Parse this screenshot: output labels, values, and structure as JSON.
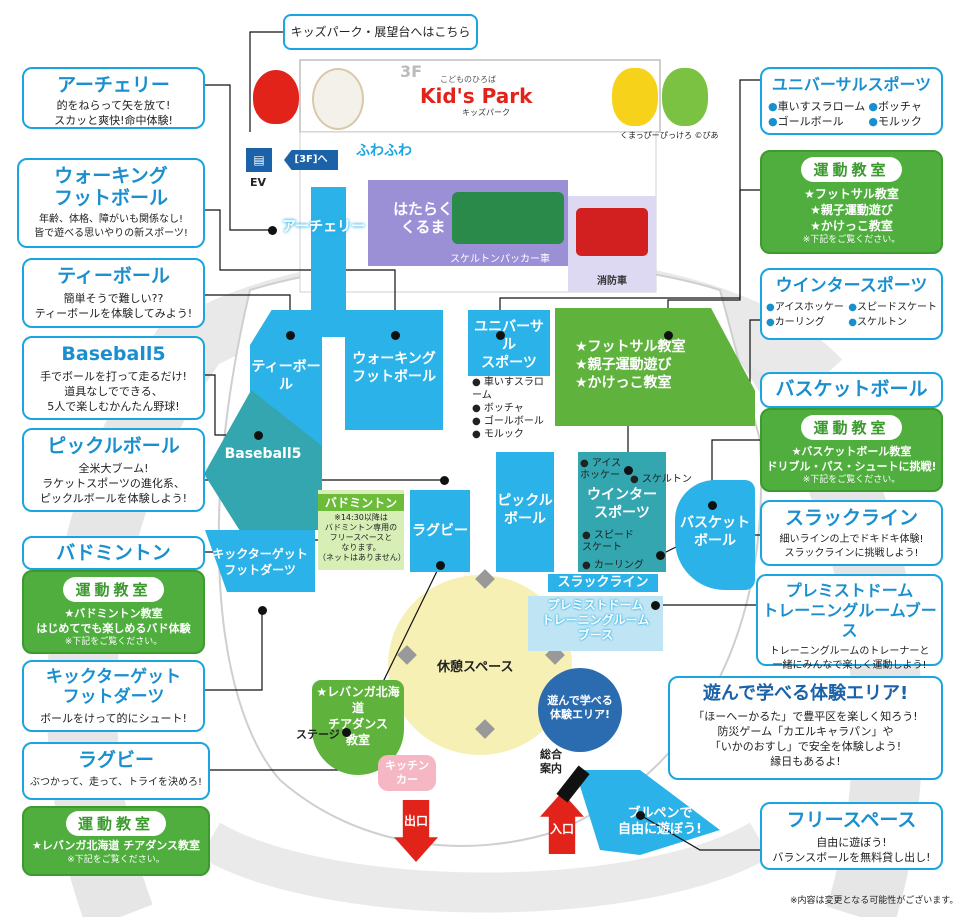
{
  "floor": "3F",
  "kids_park": {
    "subtitle": "こどものひろば",
    "logo": "Kid's Park",
    "name": "キッズパーク"
  },
  "mascots": {
    "left": "くまっぴー",
    "right": "ぴっけろ ©ぴあ"
  },
  "elevator": {
    "label": "EV",
    "arrow_label": "[3F]へ"
  },
  "fuwafuwa": "ふわふわ",
  "top_card": "キッズパーク・展望台へはこちら",
  "hataraku": "はたらく\nくるま",
  "truck_label": "スケルトンパッカー車",
  "firetruck_label": "消防車",
  "zones": {
    "archery": "アーチェリー",
    "teeball": "ティーボール",
    "walking": "ウォーキング\nフットボール",
    "universal": "ユニバーサル\nスポーツ",
    "universal_items": [
      "車いすスラローム",
      "ボッチャ",
      "ゴールボール",
      "モルック"
    ],
    "green_class": "★フットサル教室\n★親子運動遊び\n★かけっこ教室",
    "baseball5": "Baseball5",
    "pickle": "ピックル\nボール",
    "winter": "ウインター\nスポーツ",
    "winter_items": [
      "アイス\nホッケー",
      "スケルトン",
      "スピード\nスケート",
      "カーリング"
    ],
    "basket": "バスケット\nボール",
    "badminton": "バドミントン",
    "badminton_note": "※14:30以降は\nバドミントン専用の\nフリースペースと\nなります。\n（ネットはありません）",
    "rugby": "ラグビー",
    "kicktarget": "キックターゲット\nフットダーツ",
    "slackline": "スラックライン",
    "premist": "プレミストドーム\nトレーニングルーム\nブース",
    "rest": "休憩スペース",
    "levanga": "★レバンガ北海道\nチアダンス\n教室",
    "stage": "ステージ",
    "kitchen": "キッチン\nカー",
    "exit": "出口",
    "enter": "入口",
    "info": "総合\n案内",
    "play_area": "遊んで学べる\n体験エリア!",
    "bullpen": "ブルペンで\n自由に遊ぼう!"
  },
  "left_cards": {
    "archery": {
      "title": "アーチェリー",
      "body": "的をねらって矢を放て!\nスカッと爽快!命中体験!"
    },
    "walking": {
      "title": "ウォーキング\nフットボール",
      "body": "年齢、体格、障がいも関係なし!\n皆で遊べる思いやりの新スポーツ!"
    },
    "teeball": {
      "title": "ティーボール",
      "body": "簡単そうで難しい??\nティーボールを体験してみよう!"
    },
    "baseball5": {
      "title": "Baseball5",
      "body": "手でボールを打って走るだけ!\n道具なしでできる、\n5人で楽しむかんたん野球!"
    },
    "pickle": {
      "title": "ピックルボール",
      "body": "全米大ブーム!\nラケットスポーツの進化系、\nピックルボールを体験しよう!"
    },
    "badminton": {
      "title": "バドミントン"
    },
    "badminton_class": {
      "badge": "運動教室",
      "body": "★バドミントン教室\nはじめてでも楽しめるバド体験",
      "note": "※下記をご覧ください。"
    },
    "kicktarget": {
      "title": "キックターゲット\nフットダーツ",
      "body": "ボールをけって的にシュート!"
    },
    "rugby": {
      "title": "ラグビー",
      "body": "ぶつかって、走って、トライを決めろ!"
    },
    "levanga_class": {
      "badge": "運動教室",
      "body": "★レバンガ北海道 チアダンス教室",
      "note": "※下記をご覧ください。"
    }
  },
  "right_cards": {
    "universal": {
      "title": "ユニバーサルスポーツ",
      "items": [
        "車いすスラローム",
        "ボッチャ",
        "ゴールボール",
        "モルック"
      ]
    },
    "universal_class": {
      "badge": "運動教室",
      "body": "★フットサル教室\n★親子運動遊び\n★かけっこ教室",
      "note": "※下記をご覧ください。"
    },
    "winter": {
      "title": "ウインタースポーツ",
      "items": [
        "アイスホッケー",
        "スピードスケート",
        "カーリング",
        "スケルトン"
      ]
    },
    "basket": {
      "title": "バスケットボール"
    },
    "basket_class": {
      "badge": "運動教室",
      "body": "★バスケットボール教室\nドリブル・パス・シュートに挑戦!",
      "note": "※下記をご覧ください。"
    },
    "slackline": {
      "title": "スラックライン",
      "body": "細いラインの上でドキドキ体験!\nスラックラインに挑戦しよう!"
    },
    "premist": {
      "title": "プレミストドーム\nトレーニングルームブース",
      "body": "トレーニングルームのトレーナーと\n一緒にみんなで楽しく運動しよう!"
    },
    "play": {
      "title": "遊んで学べる体験エリア!",
      "body": "「ほーへーかるた」で豊平区を楽しく知ろう!\n防災ゲーム「カエルキャラパン」や\n「いかのおすし」で安全を体験しよう!\n縁日もあるよ!"
    },
    "free": {
      "title": "フリースペース",
      "body": "自由に遊ぼう!\nバランスボールを無料貸し出し!"
    }
  },
  "footnote": "※内容は変更となる可能性がございます。",
  "colors": {
    "blue": "#2bb2e8",
    "teal": "#34a6b0",
    "green": "#5fb33c",
    "lavender": "#9b8fd6",
    "sand": "#f7f0b4",
    "red": "#e2231a"
  }
}
